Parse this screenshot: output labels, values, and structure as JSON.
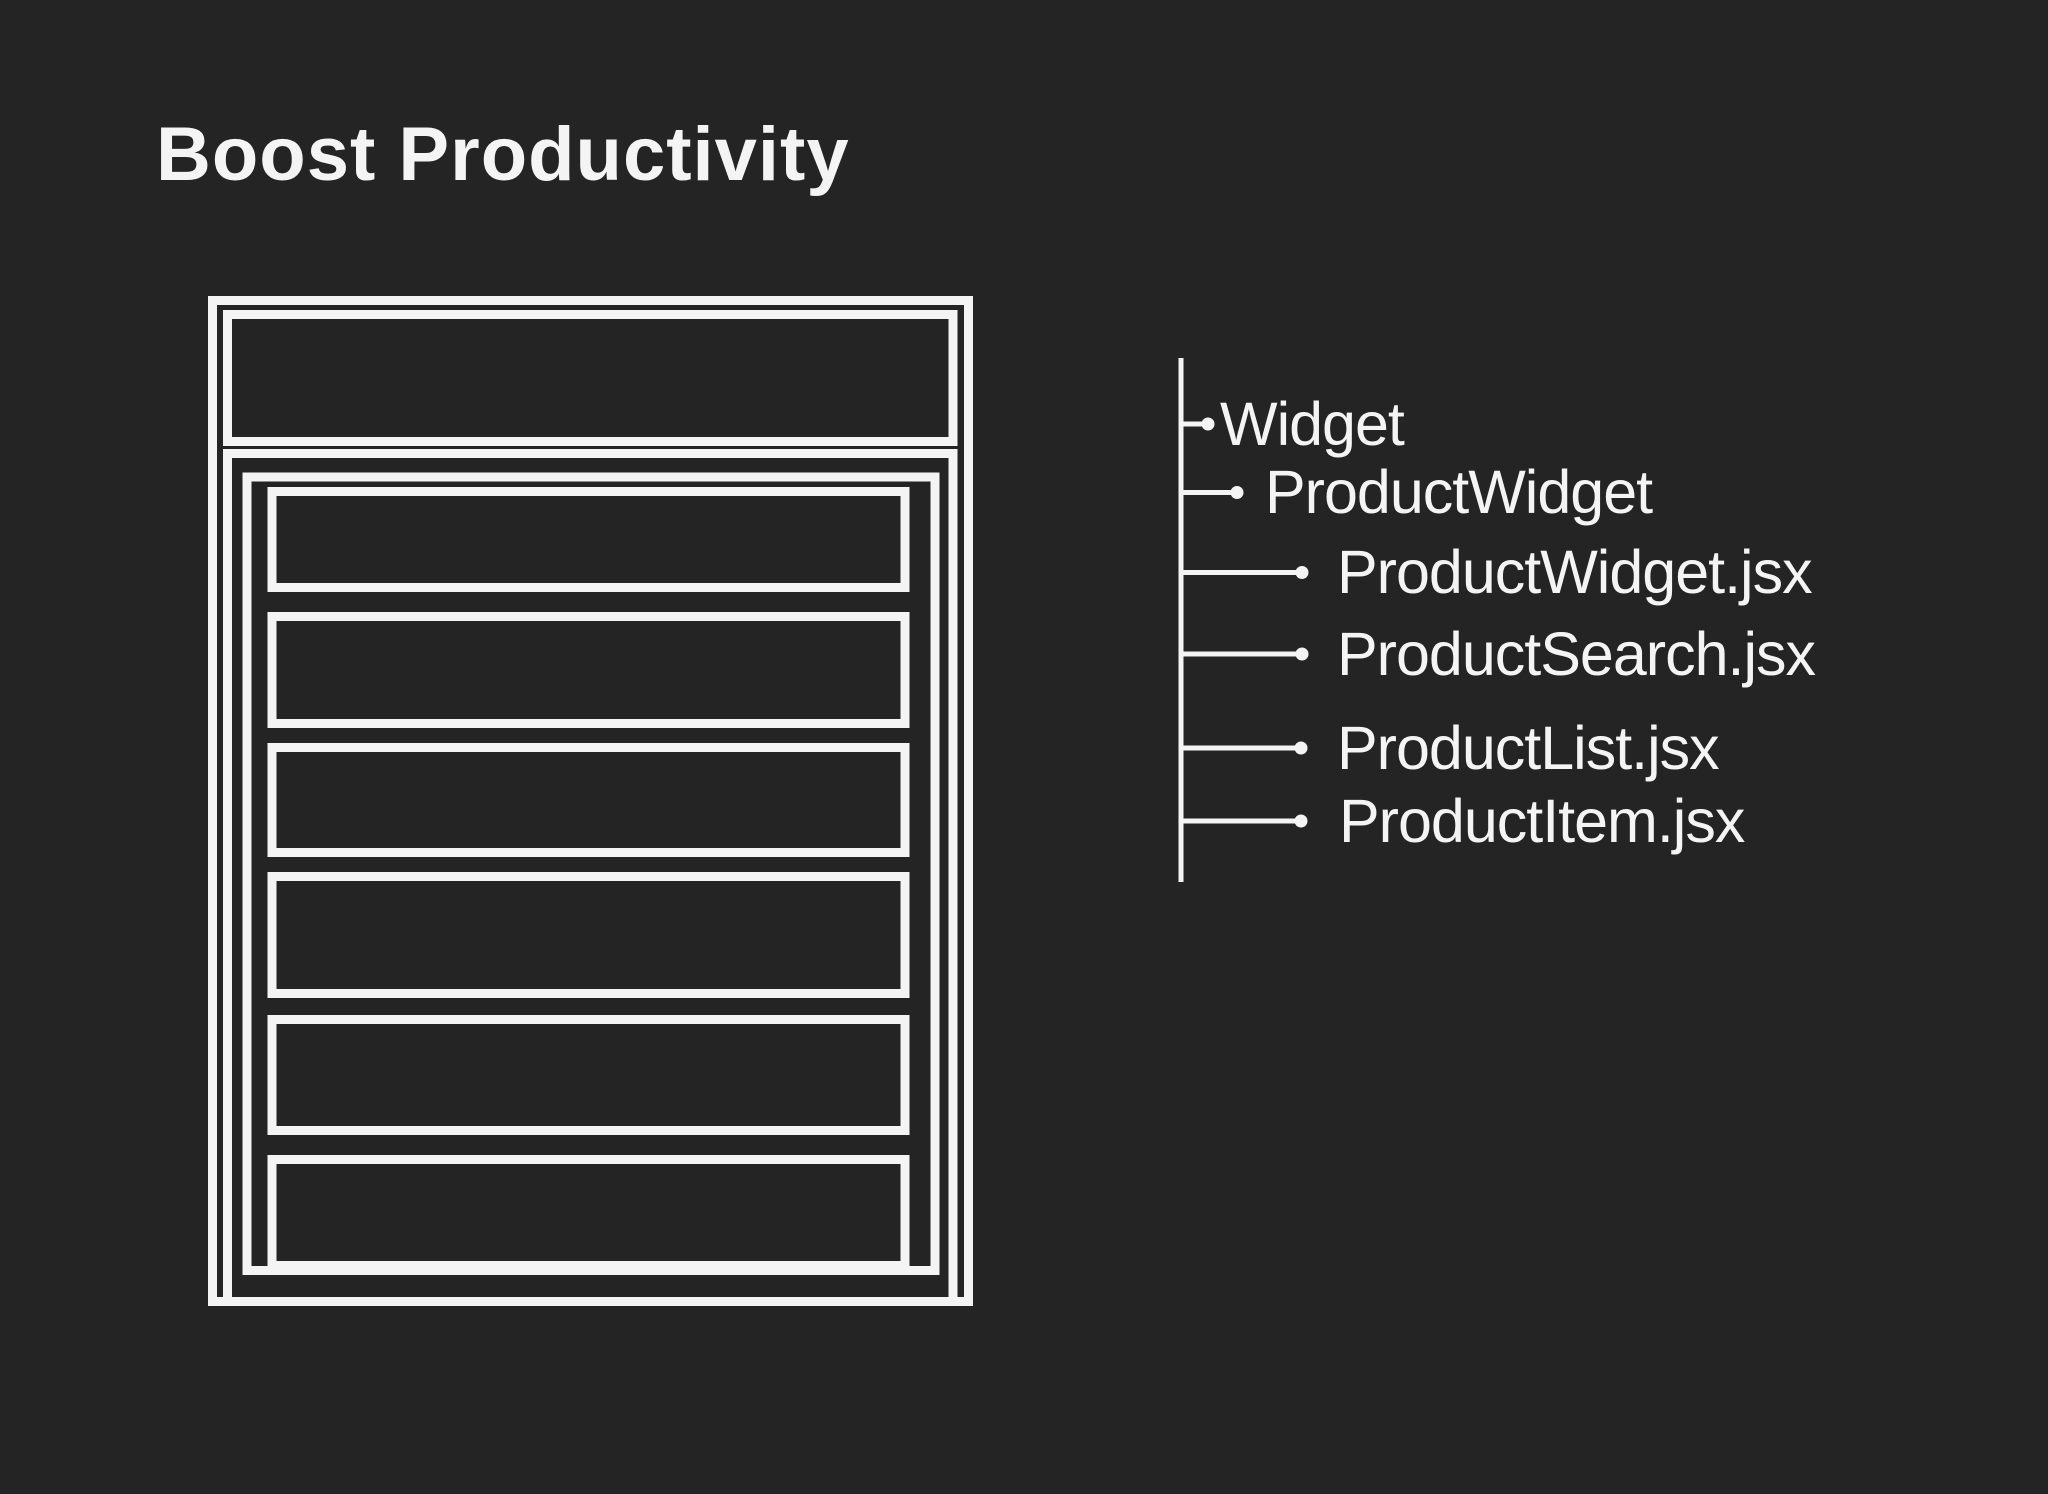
{
  "slide": {
    "title": "Boost Productivity"
  },
  "colors": {
    "background": "#242424",
    "foreground": "#f4f4f4"
  },
  "wireframe": {
    "description": "widget-mockup",
    "parts": [
      "frame",
      "header-bar",
      "body",
      "list-panel"
    ],
    "row_count": 6
  },
  "tree": {
    "items": [
      {
        "label": "Widget",
        "level": 0
      },
      {
        "label": "ProductWidget",
        "level": 1
      },
      {
        "label": "ProductWidget.jsx",
        "level": 2
      },
      {
        "label": "ProductSearch.jsx",
        "level": 2
      },
      {
        "label": "ProductList.jsx",
        "level": 2
      },
      {
        "label": "ProductItem.jsx",
        "level": 2
      }
    ]
  }
}
